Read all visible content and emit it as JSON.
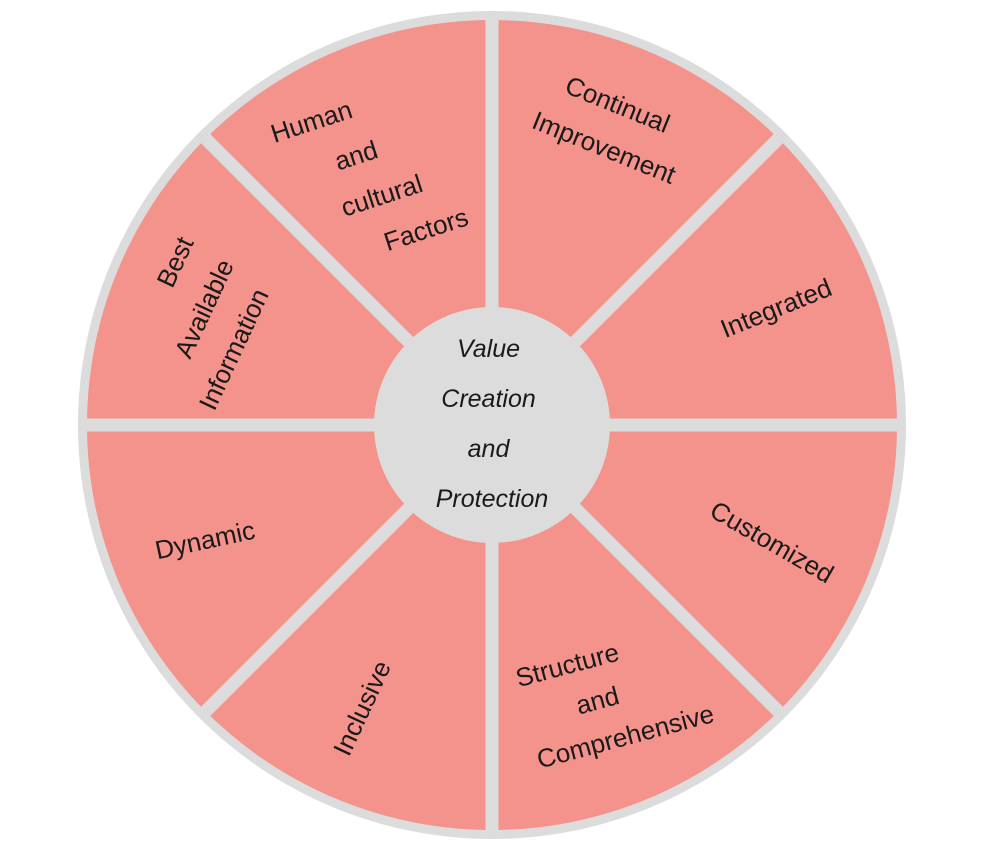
{
  "diagram": {
    "center": {
      "lines": [
        "Value",
        "Creation",
        "and",
        "Protection"
      ]
    },
    "segments": [
      {
        "id": "continual-improvement",
        "lines": [
          "Continual",
          "Improvement"
        ]
      },
      {
        "id": "integrated",
        "lines": [
          "Integrated"
        ]
      },
      {
        "id": "customized",
        "lines": [
          "Customized"
        ]
      },
      {
        "id": "structure-and-comprehensive",
        "lines": [
          "Structure",
          "and",
          "Comprehensive"
        ]
      },
      {
        "id": "inclusive",
        "lines": [
          "Inclusive"
        ]
      },
      {
        "id": "dynamic",
        "lines": [
          "Dynamic"
        ]
      },
      {
        "id": "best-available-information",
        "lines": [
          "Best",
          "Available",
          "Information"
        ]
      },
      {
        "id": "human-and-cultural-factors",
        "lines": [
          "Human",
          "and",
          "cultural",
          "Factors"
        ]
      }
    ],
    "colors": {
      "segment_fill": "#f4938b",
      "ring_and_dividers": "#dcdcdc",
      "center_fill": "#dcdcdc",
      "text": "#1a1a1a"
    }
  }
}
